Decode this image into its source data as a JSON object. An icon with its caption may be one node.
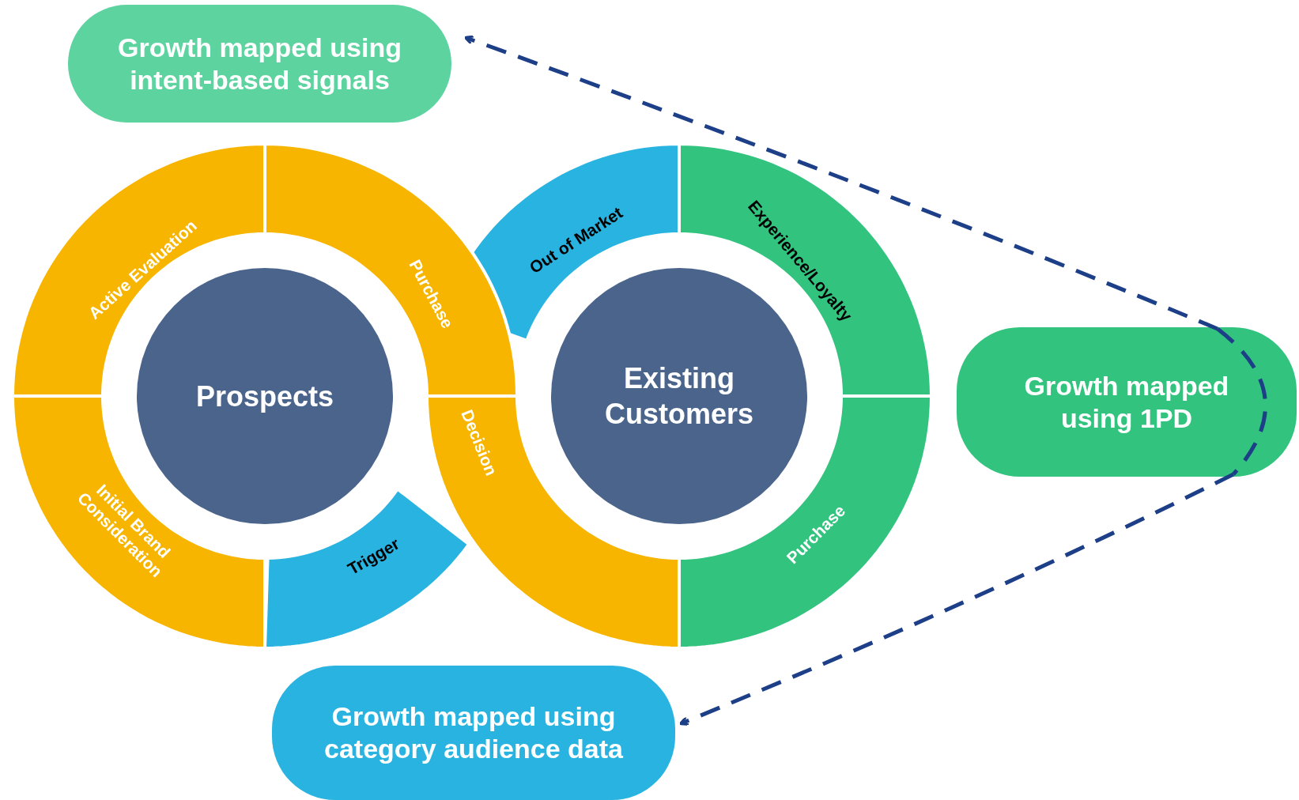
{
  "diagram": {
    "nodes": [
      {
        "text": [
          "Growth mapped using intent-based signals"
        ]
      },
      {
        "text": [
          "Out of Market"
        ]
      },
      {
        "text": [
          "Active Evaluation"
        ]
      },
      {
        "text": [
          "Purchase"
        ]
      },
      {
        "text": [
          "Experience/Loyalty"
        ]
      },
      {
        "text": [
          "Prospects"
        ]
      },
      {
        "text": [
          "Existing Customers"
        ]
      },
      {
        "text": [
          "Growth mapped using 1PD"
        ]
      },
      {
        "text": [
          "Decision"
        ]
      },
      {
        "text": [
          "Initial Brand Consideration"
        ]
      },
      {
        "text": [
          "Trigger"
        ]
      },
      {
        "text": [
          "Purchase"
        ]
      },
      {
        "text": [
          "Growth mapped using category audience data"
        ]
      }
    ],
    "edges": [
      {
        "from": 7,
        "to": 0,
        "arrow": "to",
        "style": "dashed"
      },
      {
        "from": 7,
        "to": 12,
        "arrow": "to",
        "style": "dashed"
      }
    ]
  }
}
